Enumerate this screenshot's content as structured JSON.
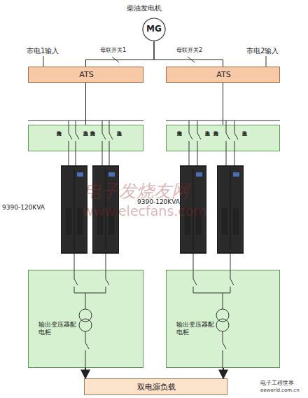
{
  "diagram": {
    "nodes": [
      {
        "text": [
          "柴油发电机",
          "MG"
        ]
      },
      {
        "text": [
          "ATS"
        ]
      },
      {
        "text": [
          "ATS"
        ]
      },
      {
        "text": [
          "旁路输入",
          "主路输入",
          "旁路输入",
          "主路输入"
        ]
      },
      {
        "text": [
          "旁路输入",
          "主路输入",
          "旁路输入",
          "主路输入"
        ]
      },
      {
        "text": [
          "输出变压器配电柜"
        ]
      },
      {
        "text": [
          "输出变压器配电柜"
        ]
      },
      {
        "text": [
          "双电源负载"
        ]
      }
    ],
    "edges": [
      {
        "from": 0,
        "to": 1,
        "arrow": "none"
      },
      {
        "from": 0,
        "to": 2,
        "arrow": "none"
      },
      {
        "from": 1,
        "to": 3,
        "arrow": "none"
      },
      {
        "from": 2,
        "to": 4,
        "arrow": "none"
      },
      {
        "from": 5,
        "to": 7,
        "arrow": "to"
      },
      {
        "from": 6,
        "to": 7,
        "arrow": "to"
      }
    ],
    "labels": [
      "市电1输入",
      "市电2输入",
      "母联开关1",
      "母联开关2",
      "9390-120KVA",
      "9390-120KVA",
      "电子发烧友网",
      "www.elecfans.com",
      "电子工程世界",
      "eeworld.com.cn"
    ]
  }
}
